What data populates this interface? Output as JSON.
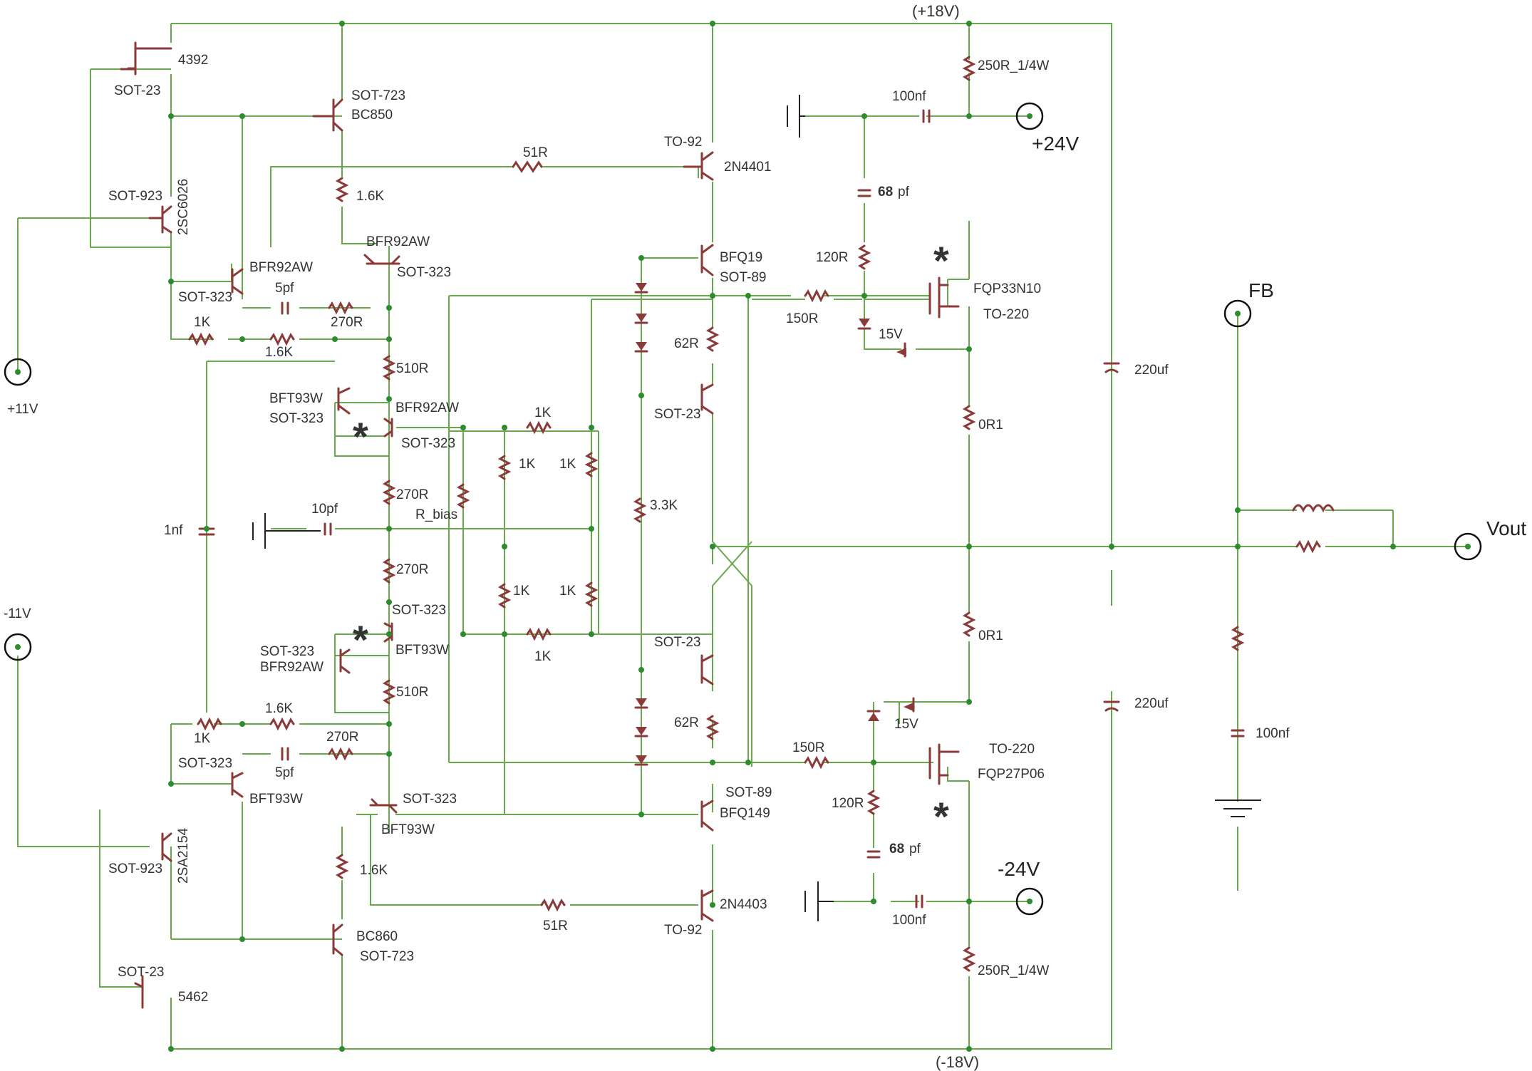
{
  "rails": {
    "pos18": "(+18V)",
    "neg18": "(-18V)"
  },
  "ports": {
    "p11": "+11V",
    "m11": "-11V",
    "p24": "+24V",
    "m24": "-24V",
    "fb": "FB",
    "vout": "Vout"
  },
  "marks": {
    "star": "*"
  },
  "labels": [
    "4392",
    "SOT-23",
    "SOT-723",
    "BC850",
    "SOT-923",
    "2SC6026",
    "51R",
    "TO-92",
    "2N4401",
    "1.6K",
    "BFR92AW",
    "SOT-323",
    "BFR92AW",
    "SOT-323",
    "5pf",
    "1K",
    "270R",
    "1.6K",
    "510R",
    "BFT93W",
    "SOT-323",
    "BFR92AW",
    "SOT-323",
    "1K",
    "1K",
    "1K",
    "270R",
    "R_bias",
    "1nf",
    "10pf",
    "270R",
    "1K",
    "1K",
    "SOT-323",
    "BFT93W",
    "SOT-323",
    "BFR92AW",
    "1K",
    "510R",
    "1.6K",
    "1K",
    "270R",
    "SOT-323",
    "5pf",
    "BFT93W",
    "SOT-323",
    "BFT93W",
    "SOT-923",
    "2SA2154",
    "1.6K",
    "51R",
    "2N4403",
    "TO-92",
    "BC860",
    "SOT-723",
    "SOT-23",
    "5462",
    "BFQ19",
    "SOT-89",
    "62R",
    "SOT-23",
    "3.3K",
    "SOT-23",
    "62R",
    "SOT-89",
    "BFQ149",
    "250R_1/4W",
    "100nf",
    "68",
    "pf",
    "120R",
    "FQP33N10",
    "150R",
    "TO-220",
    "15V",
    "0R1",
    "220uf",
    "0R1",
    "15V",
    "TO-220",
    "150R",
    "FQP27P06",
    "120R",
    "68",
    "pf",
    "100nf",
    "250R_1/4W",
    "220uf",
    "100nf"
  ]
}
